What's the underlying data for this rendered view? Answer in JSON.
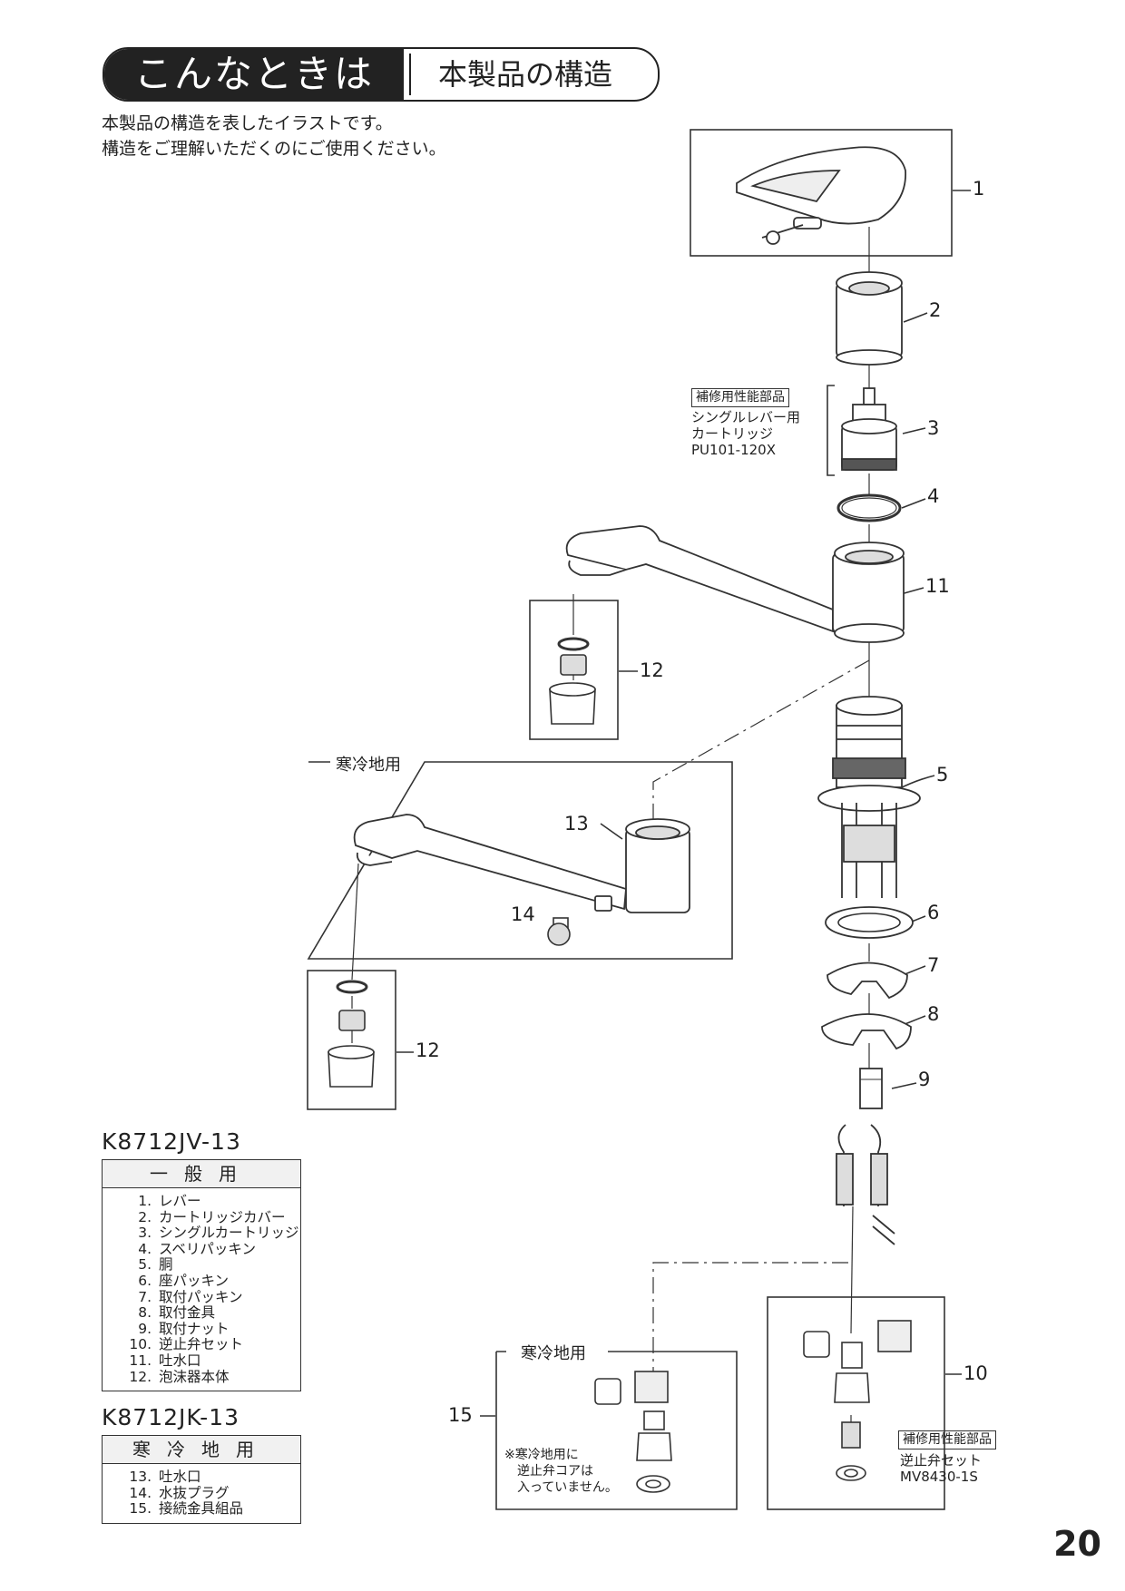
{
  "header": {
    "dark_title": "こんなときは",
    "light_title": "本製品の構造"
  },
  "intro": {
    "line1": "本製品の構造を表したイラストです。",
    "line2": "構造をご理解いただくのにご使用ください。"
  },
  "general": {
    "model": "K8712JV-13",
    "heading": "一般用",
    "items": [
      {
        "n": "1.",
        "t": "レバー"
      },
      {
        "n": "2.",
        "t": "カートリッジカバー"
      },
      {
        "n": "3.",
        "t": "シングルカートリッジ"
      },
      {
        "n": "4.",
        "t": "スベリパッキン"
      },
      {
        "n": "5.",
        "t": "胴"
      },
      {
        "n": "6.",
        "t": "座パッキン"
      },
      {
        "n": "7.",
        "t": "取付パッキン"
      },
      {
        "n": "8.",
        "t": "取付金具"
      },
      {
        "n": "9.",
        "t": "取付ナット"
      },
      {
        "n": "10.",
        "t": "逆止弁セット"
      },
      {
        "n": "11.",
        "t": "吐水口"
      },
      {
        "n": "12.",
        "t": "泡沫器本体"
      }
    ]
  },
  "cold": {
    "model": "K8712JK-13",
    "heading": "寒冷地用",
    "items": [
      {
        "n": "13.",
        "t": "吐水口"
      },
      {
        "n": "14.",
        "t": "水抜プラグ"
      },
      {
        "n": "15.",
        "t": "接続金具組品"
      }
    ]
  },
  "diagram": {
    "part_numbers": {
      "p1": "1",
      "p2": "2",
      "p3": "3",
      "p4": "4",
      "p5": "5",
      "p6": "6",
      "p7": "7",
      "p8": "8",
      "p9": "9",
      "p10": "10",
      "p11": "11",
      "p12a": "12",
      "p12b": "12",
      "p13": "13",
      "p14": "14",
      "p15": "15"
    },
    "cartridge_tag": "補修用性能部品",
    "cartridge_desc1": "シングルレバー用",
    "cartridge_desc2": "カートリッジ",
    "cartridge_code": "PU101-120X",
    "cold_box_label_1": "寒冷地用",
    "cold_box_label_2": "寒冷地用",
    "note1": "※寒冷地用に",
    "note2": "逆止弁コアは",
    "note3": "入っていません。",
    "valve_tag": "補修用性能部品",
    "valve_desc": "逆止弁セット",
    "valve_code": "MV8430-1S"
  },
  "page_number": "20"
}
